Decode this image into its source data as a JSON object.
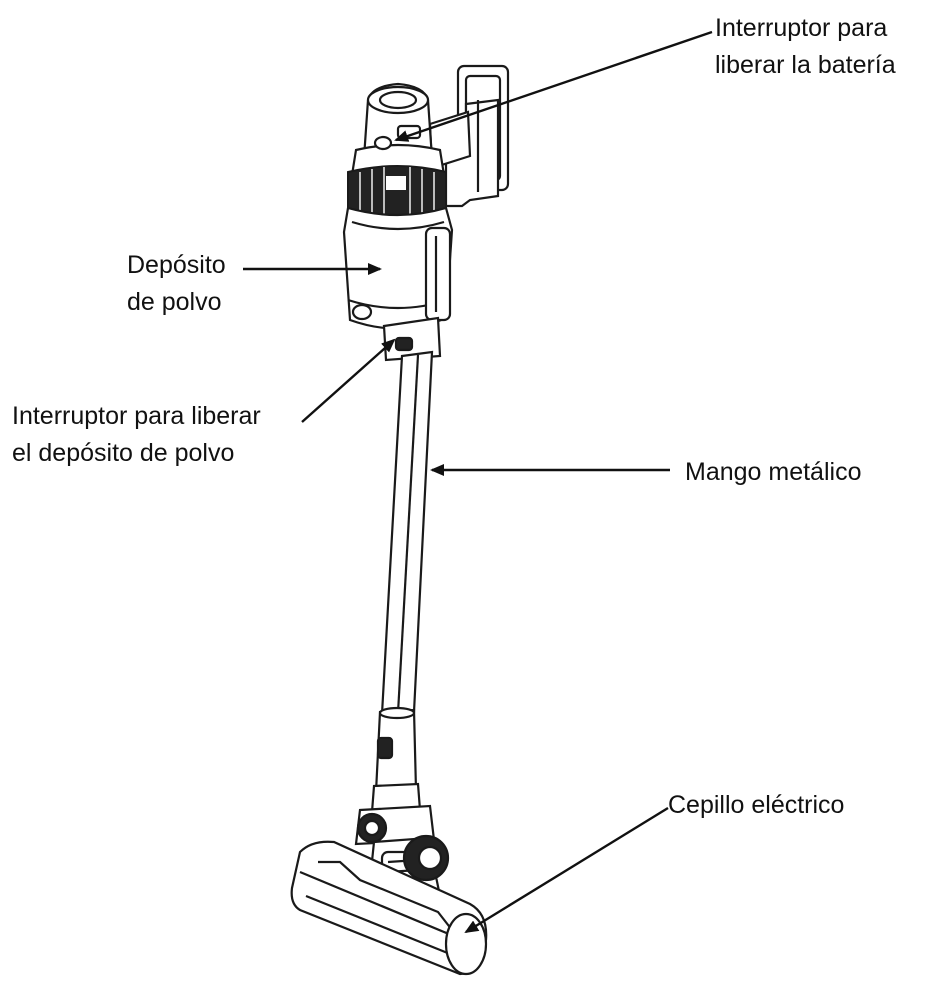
{
  "labels": {
    "battery_release": {
      "line1": "Interruptor  para",
      "line2": "liberar la batería"
    },
    "dust_container": {
      "line1": "Depósito",
      "line2": "de polvo"
    },
    "container_release": {
      "line1": "Interruptor para  liberar",
      "line2": "el depósito de polvo"
    },
    "metal_handle": {
      "line1": "Mango metálico"
    },
    "electric_brush": {
      "line1": "Cepillo eléctrico"
    }
  },
  "colors": {
    "ink": "#111111",
    "stroke": "#1a1a1a",
    "paper": "#ffffff"
  }
}
